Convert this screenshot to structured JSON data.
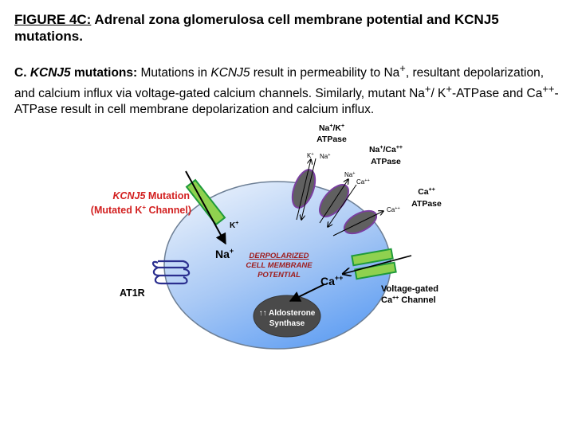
{
  "title": {
    "figure_ref": "FIGURE 4C:",
    "text": " Adrenal zona glomerulosa cell membrane potential and KCNJ5 mutations."
  },
  "caption": {
    "prefix": "C.  ",
    "gene": "KCNJ5",
    "bold_rest": " mutations:",
    "t1": " Mutations in ",
    "gene2": "KCNJ5",
    "t2": " result in permeability to Na",
    "sup_plus": "+",
    "t3": ", resultant depolarization, and calcium influx via voltage-gated calcium channels.  Similarly, mutant Na",
    "t4": "/ K",
    "t5": "-ATPase and Ca",
    "sup_pp": "++",
    "t6": "-ATPase result in cell membrane depolarization and calcium influx."
  },
  "diagram": {
    "kcnj5_label": {
      "gene": "KCNJ5",
      "rest": " Mutation",
      "line2_a": "(Mutated K",
      "line2_sup": "+",
      "line2_b": " Channel)"
    },
    "k_ion": {
      "base": "K",
      "sup": "+"
    },
    "na_ion": {
      "base": "Na",
      "sup": "+"
    },
    "ca_ion": {
      "base": "Ca",
      "sup": "++"
    },
    "depolarized": [
      "DERPOLARIZED",
      "CELL MEMBRANE",
      "POTENTIAL"
    ],
    "at1r": "AT1R",
    "aldosterone": {
      "arrows": "↑↑",
      "line1": " Aldosterone",
      "line2": "Synthase"
    },
    "nak_atpase": {
      "l1a": "Na",
      "l1s1": "+",
      "l1b": "/K",
      "l1s2": "+",
      "l2": "ATPase",
      "ion_k": "K",
      "ion_k_sup": "+",
      "ion_na": "Na",
      "ion_na_sup": "+"
    },
    "naca_atpase": {
      "l1a": "Na",
      "l1s1": "+",
      "l1b": "/Ca",
      "l1s2": "++",
      "l2": "ATPase",
      "ion_na": "Na",
      "ion_na_sup": "+",
      "ion_ca": "Ca",
      "ion_ca_sup": "++"
    },
    "ca_atpase": {
      "l1a": "Ca",
      "l1s": "++",
      "l2": "ATPase",
      "ion_ca": "Ca",
      "ion_ca_sup": "++"
    },
    "vgcc": {
      "l1": "Voltage-gated",
      "l2a": "Ca",
      "l2s": "++",
      "l2b": " Channel"
    },
    "colors": {
      "cell_top": "#e6effb",
      "cell_bottom": "#5c9cf2",
      "channel_fill": "#8fd14f",
      "channel_stroke": "#1f9a3a",
      "atpase_fill": "#606060",
      "atpase_stroke": "#7a3fa0",
      "nucleus": "#4a4a4a",
      "receptor": "#2b2f8f",
      "red": "#d21f1f"
    }
  }
}
